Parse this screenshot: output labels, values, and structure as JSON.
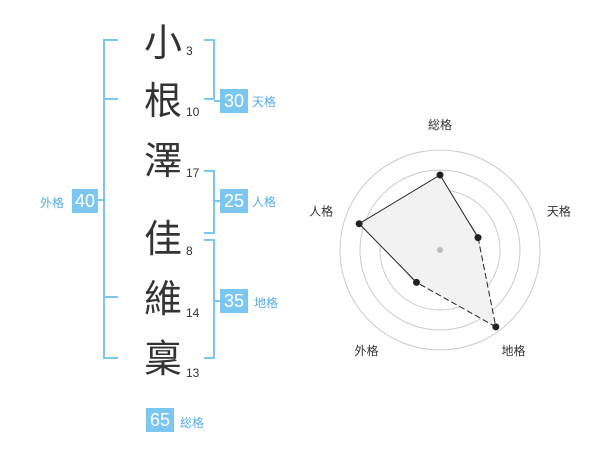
{
  "name": {
    "characters": [
      {
        "char": "小",
        "strokes": "3"
      },
      {
        "char": "根",
        "strokes": "10"
      },
      {
        "char": "澤",
        "strokes": "17"
      },
      {
        "char": "佳",
        "strokes": "8"
      },
      {
        "char": "維",
        "strokes": "14"
      },
      {
        "char": "稟",
        "strokes": "13"
      }
    ]
  },
  "fortunes": {
    "tenkaku": {
      "value": "30",
      "label": "天格"
    },
    "jinkaku": {
      "value": "25",
      "label": "人格"
    },
    "chikaku": {
      "value": "35",
      "label": "地格"
    },
    "gaikaku": {
      "value": "40",
      "label": "外格"
    },
    "soukaku": {
      "value": "65",
      "label": "総格"
    }
  },
  "radar": {
    "axes": [
      "総格",
      "天格",
      "地格",
      "外格",
      "人格"
    ],
    "values": [
      0.75,
      0.4,
      0.95,
      0.4,
      0.85
    ],
    "colors": {
      "fill": "#f2f2f2",
      "stroke": "#222222",
      "ring": "#cccccc",
      "center": "#bbbbbb"
    }
  }
}
